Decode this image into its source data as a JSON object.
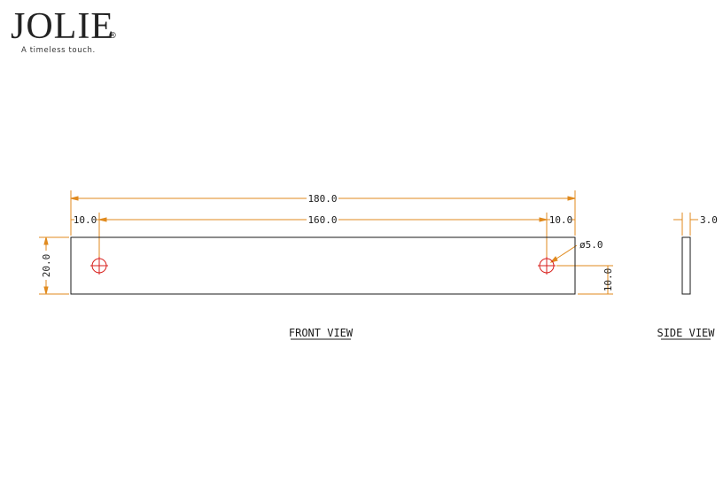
{
  "logo": {
    "brand": "JOLIE",
    "registered_mark": "®",
    "tagline": "A timeless touch."
  },
  "colors": {
    "dimension": "#e08a1e",
    "outline": "#1a1a1a",
    "hole": "#d8201c",
    "text": "#1a1a1a"
  },
  "dimensions": {
    "overall_length": "180.0",
    "hole_spacing": "160.0",
    "left_edge_to_hole": "10.0",
    "right_edge_to_hole": "10.0",
    "height": "20.0",
    "hole_diameter": "ø5.0",
    "hole_from_bottom": "10.0",
    "thickness": "3.0"
  },
  "views": {
    "front": "FRONT VIEW",
    "side": "SIDE VIEW"
  }
}
